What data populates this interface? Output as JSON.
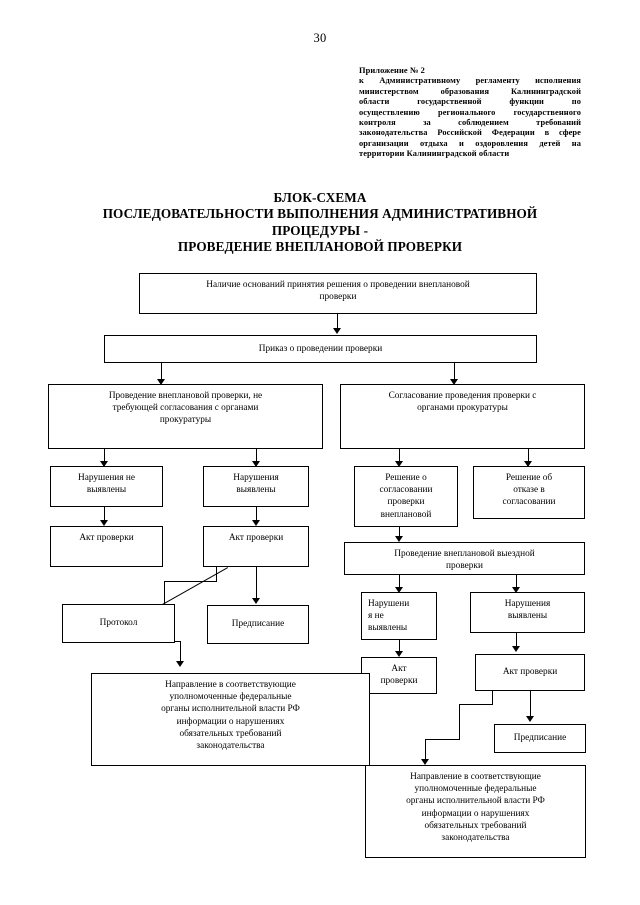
{
  "page": {
    "number": "30"
  },
  "appendix": {
    "lines": [
      "Приложение № 2",
      "к Административному регламенту исполнения",
      "министерством образования Калининградской",
      "области государственной функции по",
      "осуществлению регионального государственного",
      "контроля за соблюдением требований",
      "законодательства Российской Федерации в сфере",
      "организации отдыха и оздоровления детей на",
      "территории Калининградской области"
    ]
  },
  "title": {
    "lines": [
      "БЛОК-СХЕМА",
      "ПОСЛЕДОВАТЕЛЬНОСТИ ВЫПОЛНЕНИЯ АДМИНИСТРАТИВНОЙ",
      "ПРОЦЕДУРЫ -",
      "ПРОВЕДЕНИЕ ВНЕПЛАНОВОЙ ПРОВЕРКИ"
    ]
  },
  "flowchart": {
    "type": "flowchart",
    "nodes": {
      "grounds": "Наличие оснований принятия решения о проведении внеплановой проверки",
      "order": "Приказ о проведении проверки",
      "no_approval_needed": "Проведение внеплановой проверки, не требующей согласования с органами прокуратуры",
      "approval_with_prosecutor": "Согласование проведения проверки с органами прокуратуры",
      "violations_none_left": "Нарушения не выявлены",
      "violations_found_left": "Нарушения выявлены",
      "decision_approve": "Решение о согласовании проверки внеплановой",
      "decision_refuse": "Решение об отказе в согласовании",
      "act_left_1": "Акт проверки",
      "act_left_2": "Акт проверки",
      "onsite_check": "Проведение внеплановой выездной проверки",
      "protocol": "Протокол",
      "prescription_left": "Предписание",
      "violations_none_right": "Нарушени я не выявлены",
      "violations_found_right": "Нарушения выявлены",
      "act_right_1": "Акт проверки",
      "act_right_2": "Акт проверки",
      "prescription_right": "Предписание",
      "referral_left": "Направление в соответствующие уполномоченные федеральные органы исполнительной власти РФ информации о нарушениях обязательных требований законодательства",
      "referral_right": "Направление в соответствующие уполномоченные федеральные органы исполнительной власти РФ информации о нарушениях обязательных требований законодательства"
    },
    "node_lines": {
      "grounds": [
        "Наличие оснований принятия решения о проведении внеплановой",
        "проверки"
      ],
      "order": [
        "Приказ о проведении проверки"
      ],
      "no_approval_needed": [
        "Проведение внеплановой проверки, не",
        "требующей согласования с органами",
        "прокуратуры"
      ],
      "approval_with_prosecutor": [
        "Согласование проведения проверки с",
        "органами прокуратуры"
      ],
      "violations_none_left": [
        "Нарушения не",
        "выявлены"
      ],
      "violations_found_left": [
        "Нарушения",
        "выявлены"
      ],
      "decision_approve": [
        "Решение о",
        "согласовании",
        "проверки",
        "внеплановой"
      ],
      "decision_refuse": [
        "Решение об",
        "отказе в",
        "согласовании"
      ],
      "act_left_1": [
        "Акт проверки"
      ],
      "act_left_2": [
        "Акт проверки"
      ],
      "onsite_check": [
        "Проведение внеплановой выездной",
        "проверки"
      ],
      "protocol": [
        "Протокол"
      ],
      "prescription_left": [
        "Предписание"
      ],
      "violations_none_right": [
        "Нарушени",
        "я не",
        "выявлены"
      ],
      "violations_found_right": [
        "Нарушения",
        "выявлены"
      ],
      "act_right_1": [
        "Акт",
        "проверки"
      ],
      "act_right_2": [
        "Акт проверки"
      ],
      "prescription_right": [
        "Предписание"
      ],
      "referral_left": [
        "Направление в соответствующие",
        "уполномоченные федеральные",
        "органы исполнительной власти РФ",
        "информации о нарушениях",
        "обязательных требований",
        "законодательства"
      ],
      "referral_right": [
        "Направление в соответствующие",
        "уполномоченные федеральные",
        "органы исполнительной власти РФ",
        "информации о нарушениях",
        "обязательных требований",
        "законодательства"
      ]
    },
    "colors": {
      "line": "#000000",
      "box_fill": "#ffffff",
      "text": "#000000"
    }
  }
}
